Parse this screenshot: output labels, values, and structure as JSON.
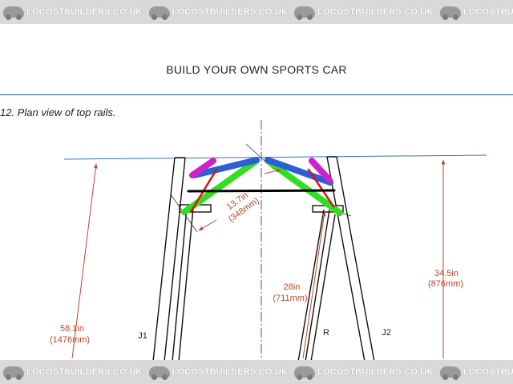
{
  "watermark": {
    "text": "LOCOSTBUILDERS.CO.UK"
  },
  "header": {
    "title": "BUILD YOUR OWN SPORTS CAR"
  },
  "figure": {
    "caption": "12. Plan view of top rails.",
    "dimensions": {
      "left_height": [
        "58.1in",
        "(1476mm)"
      ],
      "diagonal": [
        "13.7in",
        "(348mm)"
      ],
      "inner": [
        "28in",
        "(711mm)"
      ],
      "right_height": [
        "34.5in",
        "(876mm)"
      ]
    },
    "part_labels": {
      "j1": "J1",
      "r": "R",
      "j2": "J2"
    }
  },
  "colors": {
    "dimension": "#c0462a",
    "centerline": "#3a4fbf",
    "top_rail": "#2a5fd6",
    "green_rail": "#33dd22",
    "magenta_rail": "#cc22cc",
    "red_brace": "#dd1111",
    "cross_bar": "#000000",
    "frame": "#111111"
  }
}
